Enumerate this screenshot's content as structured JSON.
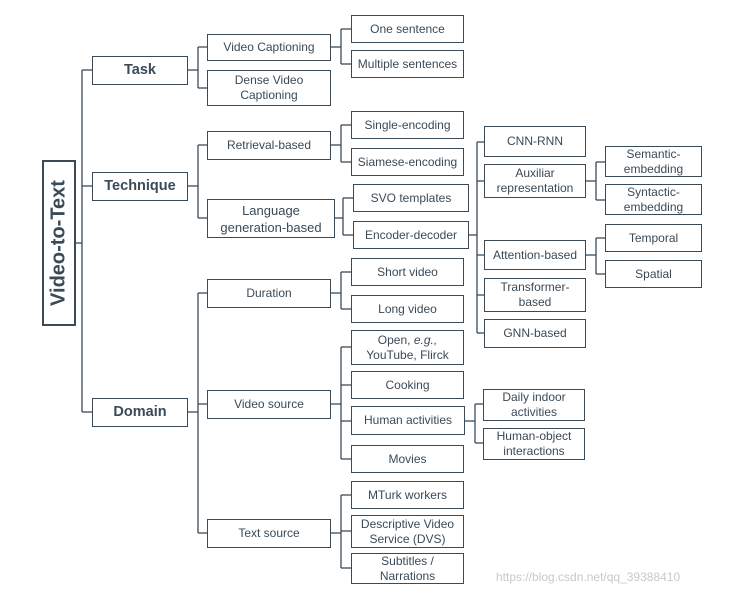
{
  "root": "Video-to-Text",
  "categories": {
    "task": "Task",
    "technique": "Technique",
    "domain": "Domain"
  },
  "task": {
    "video_captioning": "Video Captioning",
    "one_sentence": "One sentence",
    "multiple_sentences": "Multiple sentences",
    "dense_video_captioning": "Dense Video\nCaptioning"
  },
  "technique": {
    "retrieval_based": "Retrieval-based",
    "single_encoding": "Single-encoding",
    "siamese_encoding": "Siamese-encoding",
    "language_generation_based": "Language\ngeneration-based",
    "svo_templates": "SVO templates",
    "encoder_decoder": "Encoder-decoder",
    "cnn_rnn": "CNN-RNN",
    "auxiliar_representation": "Auxiliar\nrepresentation",
    "semantic_embedding": "Semantic-\nembedding",
    "syntactic_embedding": "Syntactic-\nembedding",
    "attention_based": "Attention-based",
    "temporal": "Temporal",
    "spatial": "Spatial",
    "transformer_based": "Transformer-\nbased",
    "gnn_based": "GNN-based"
  },
  "domain": {
    "duration": "Duration",
    "short_video": "Short video",
    "long_video": "Long video",
    "video_source": "Video source",
    "open_prefix": "Open, ",
    "open_eg": "e.g.,",
    "open_suffix": "YouTube, Flirck",
    "cooking": "Cooking",
    "human_activities": "Human activities",
    "daily_indoor": "Daily indoor\nactivities",
    "human_object": "Human-object\ninteractions",
    "movies": "Movies",
    "text_source": "Text source",
    "mturk": "MTurk workers",
    "dvs": "Descriptive Video\nService (DVS)",
    "subtitles": "Subtitles /\nNarrations"
  },
  "watermark": "https://blog.csdn.net/qq_39388410"
}
